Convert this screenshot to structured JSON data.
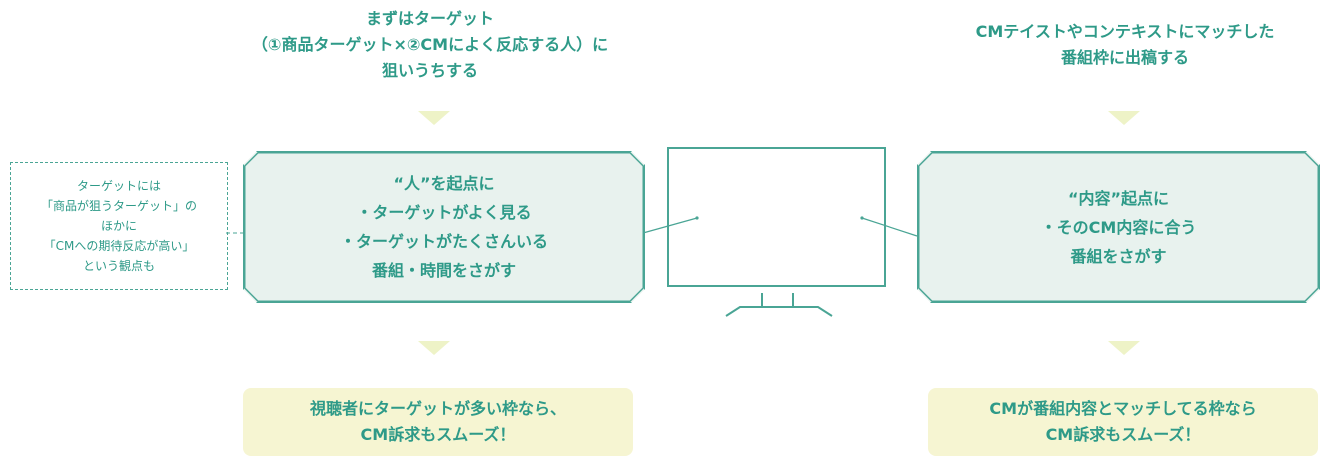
{
  "left_column": {
    "top_text": "まずはターゲット\n（①商品ターゲット×②CMによく反応する人）に\n狙いうちする",
    "panel_text": "“人”を起点に\n・ターゲットがよく見る\n・ターゲットがたくさんいる\n番組・時間をさがす",
    "note_text": "ターゲットには\n「商品が狙うターゲット」の\nほかに\n「CMへの期待反応が高い」\nという観点も",
    "result_text": "視聴者にターゲットが多い枠なら、\nCM訴求もスムーズ！"
  },
  "right_column": {
    "top_text": "CMテイストやコンテキストにマッチした\n番組枠に出稿する",
    "panel_text": "“内容”起点に\n・そのCM内容に合う\n番組をさがす",
    "result_text": "CMが番組内容とマッチしてる枠なら\nCM訴求もスムーズ！"
  },
  "colors": {
    "teal": "#2e9a88",
    "panel_fill": "#e8f2ee",
    "result_fill": "#f6f5d2",
    "arrow_fill": "#eef3c7"
  },
  "icons": {
    "center": "tv-monitor-icon"
  }
}
